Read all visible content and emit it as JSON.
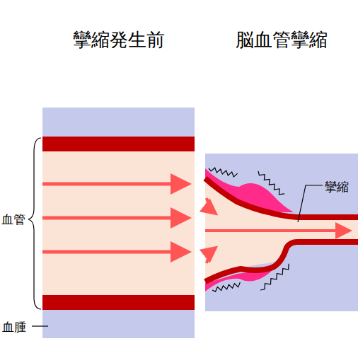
{
  "diagram": {
    "labels": [
      "攣縮発生前",
      "脳血管攣縮",
      "攣縮",
      "血管",
      "血腫"
    ]
  }
}
